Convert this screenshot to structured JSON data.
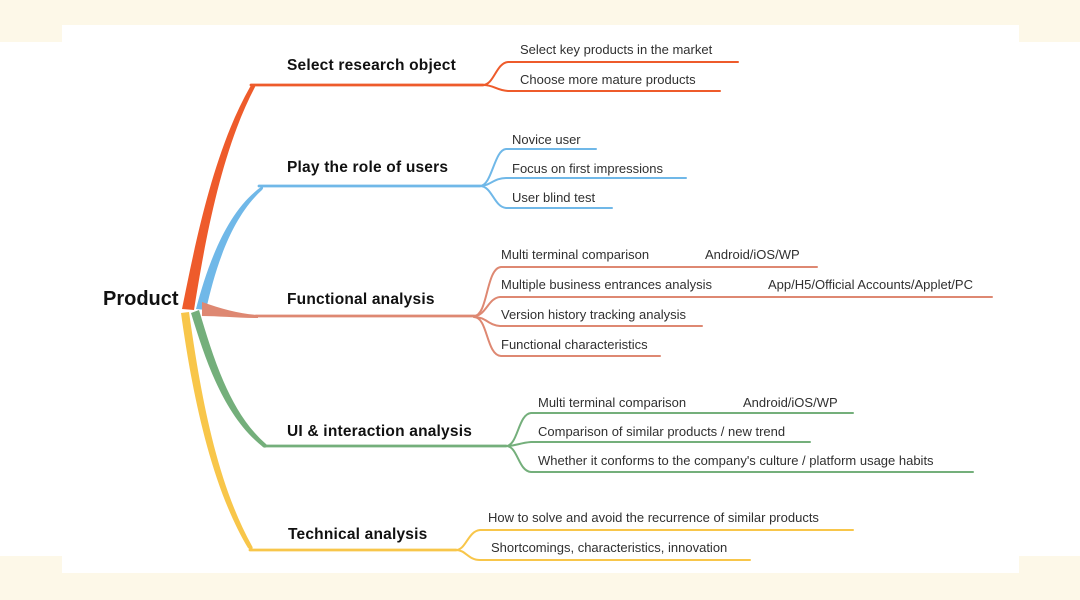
{
  "canvas": {
    "frame_color": "#FDF8E8",
    "card_color": "#ffffff"
  },
  "root": {
    "label": "Product"
  },
  "branches": [
    {
      "label": "Select research object",
      "color": "#EE5B2B",
      "children": [
        {
          "label": "Select key products in the market"
        },
        {
          "label": "Choose more mature products"
        }
      ]
    },
    {
      "label": "Play the role of users",
      "color": "#70B8E8",
      "children": [
        {
          "label": "Novice user"
        },
        {
          "label": "Focus on first impressions"
        },
        {
          "label": "User blind test"
        }
      ]
    },
    {
      "label": "Functional analysis",
      "color": "#DE8872",
      "children": [
        {
          "label": "Multi terminal comparison",
          "sub": "Android/iOS/WP"
        },
        {
          "label": "Multiple business entrances analysis",
          "sub": "App/H5/Official Accounts/Applet/PC"
        },
        {
          "label": "Version history tracking analysis"
        },
        {
          "label": "Functional characteristics"
        }
      ]
    },
    {
      "label": "UI & interaction analysis",
      "color": "#74AF7B",
      "children": [
        {
          "label": "Multi terminal comparison",
          "sub": "Android/iOS/WP"
        },
        {
          "label": "Comparison of similar products / new trend"
        },
        {
          "label": "Whether it conforms to the company's culture / platform usage habits"
        }
      ]
    },
    {
      "label": "Technical analysis",
      "color": "#F8C64A",
      "children": [
        {
          "label": "How to solve and avoid the recurrence of similar products"
        },
        {
          "label": "Shortcomings, characteristics, innovation"
        }
      ]
    }
  ]
}
